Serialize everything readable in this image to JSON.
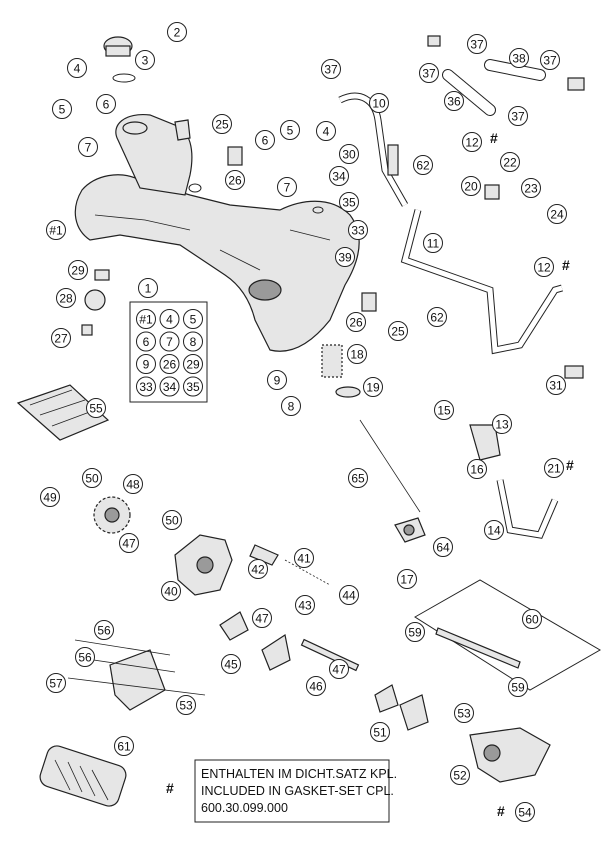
{
  "callouts": [
    {
      "id": "c2",
      "label": "2"
    },
    {
      "id": "c3",
      "label": "3"
    },
    {
      "id": "c4a",
      "label": "4"
    },
    {
      "id": "c5a",
      "label": "5"
    },
    {
      "id": "c6a",
      "label": "6"
    },
    {
      "id": "c7a",
      "label": "7"
    },
    {
      "id": "c25a",
      "label": "25"
    },
    {
      "id": "c26a",
      "label": "26"
    },
    {
      "id": "c6b",
      "label": "6"
    },
    {
      "id": "c5b",
      "label": "5"
    },
    {
      "id": "c4b",
      "label": "4"
    },
    {
      "id": "c7b",
      "label": "7"
    },
    {
      "id": "c37a",
      "label": "37"
    },
    {
      "id": "c10",
      "label": "10"
    },
    {
      "id": "c30",
      "label": "30"
    },
    {
      "id": "c34a",
      "label": "34"
    },
    {
      "id": "c35a",
      "label": "35"
    },
    {
      "id": "c33a",
      "label": "33"
    },
    {
      "id": "c39",
      "label": "39"
    },
    {
      "id": "c11",
      "label": "11"
    },
    {
      "id": "c62a",
      "label": "62"
    },
    {
      "id": "c37b",
      "label": "37"
    },
    {
      "id": "c38",
      "label": "38"
    },
    {
      "id": "c37c",
      "label": "37"
    },
    {
      "id": "c37d",
      "label": "37"
    },
    {
      "id": "c36",
      "label": "36"
    },
    {
      "id": "c37e",
      "label": "37"
    },
    {
      "id": "c12a",
      "label": "12"
    },
    {
      "id": "c22",
      "label": "22"
    },
    {
      "id": "c20",
      "label": "20"
    },
    {
      "id": "c23",
      "label": "23"
    },
    {
      "id": "c24",
      "label": "24"
    },
    {
      "id": "c12b",
      "label": "12"
    },
    {
      "id": "c1hash",
      "label": "#1"
    },
    {
      "id": "c29a",
      "label": "29"
    },
    {
      "id": "c28",
      "label": "28"
    },
    {
      "id": "c27",
      "label": "27"
    },
    {
      "id": "c1",
      "label": "1"
    },
    {
      "id": "c26b",
      "label": "26"
    },
    {
      "id": "c25b",
      "label": "25"
    },
    {
      "id": "c62b",
      "label": "62"
    },
    {
      "id": "c18",
      "label": "18"
    },
    {
      "id": "c9",
      "label": "9"
    },
    {
      "id": "c8",
      "label": "8"
    },
    {
      "id": "c19",
      "label": "19"
    },
    {
      "id": "c31",
      "label": "31"
    },
    {
      "id": "c55",
      "label": "55"
    },
    {
      "id": "c15",
      "label": "15"
    },
    {
      "id": "c13",
      "label": "13"
    },
    {
      "id": "c16",
      "label": "16"
    },
    {
      "id": "c21",
      "label": "21"
    },
    {
      "id": "c14",
      "label": "14"
    },
    {
      "id": "c65",
      "label": "65"
    },
    {
      "id": "c64",
      "label": "64"
    },
    {
      "id": "c17",
      "label": "17"
    },
    {
      "id": "c50a",
      "label": "50"
    },
    {
      "id": "c49",
      "label": "49"
    },
    {
      "id": "c48",
      "label": "48"
    },
    {
      "id": "c50b",
      "label": "50"
    },
    {
      "id": "c47a",
      "label": "47"
    },
    {
      "id": "c40",
      "label": "40"
    },
    {
      "id": "c42",
      "label": "42"
    },
    {
      "id": "c41",
      "label": "41"
    },
    {
      "id": "c43",
      "label": "43"
    },
    {
      "id": "c44",
      "label": "44"
    },
    {
      "id": "c60",
      "label": "60"
    },
    {
      "id": "c59a",
      "label": "59"
    },
    {
      "id": "c59b",
      "label": "59"
    },
    {
      "id": "c47b",
      "label": "47"
    },
    {
      "id": "c45",
      "label": "45"
    },
    {
      "id": "c46",
      "label": "46"
    },
    {
      "id": "c47c",
      "label": "47"
    },
    {
      "id": "c56a",
      "label": "56"
    },
    {
      "id": "c56b",
      "label": "56"
    },
    {
      "id": "c57",
      "label": "57"
    },
    {
      "id": "c53a",
      "label": "53"
    },
    {
      "id": "c51",
      "label": "51"
    },
    {
      "id": "c53b",
      "label": "53"
    },
    {
      "id": "c61",
      "label": "61"
    },
    {
      "id": "c52",
      "label": "52"
    },
    {
      "id": "c54",
      "label": "54"
    }
  ],
  "kit_grid": [
    "#1",
    "4",
    "5",
    "6",
    "7",
    "8",
    "9",
    "26",
    "29",
    "33",
    "34",
    "35"
  ],
  "hash_marks": [
    "#",
    "#",
    "#",
    "#",
    "#"
  ],
  "note": {
    "symbol": "#",
    "line1": "ENTHALTEN IM DICHT.SATZ KPL.",
    "line2": "INCLUDED IN GASKET-SET CPL.",
    "line3": "600.30.099.000"
  }
}
